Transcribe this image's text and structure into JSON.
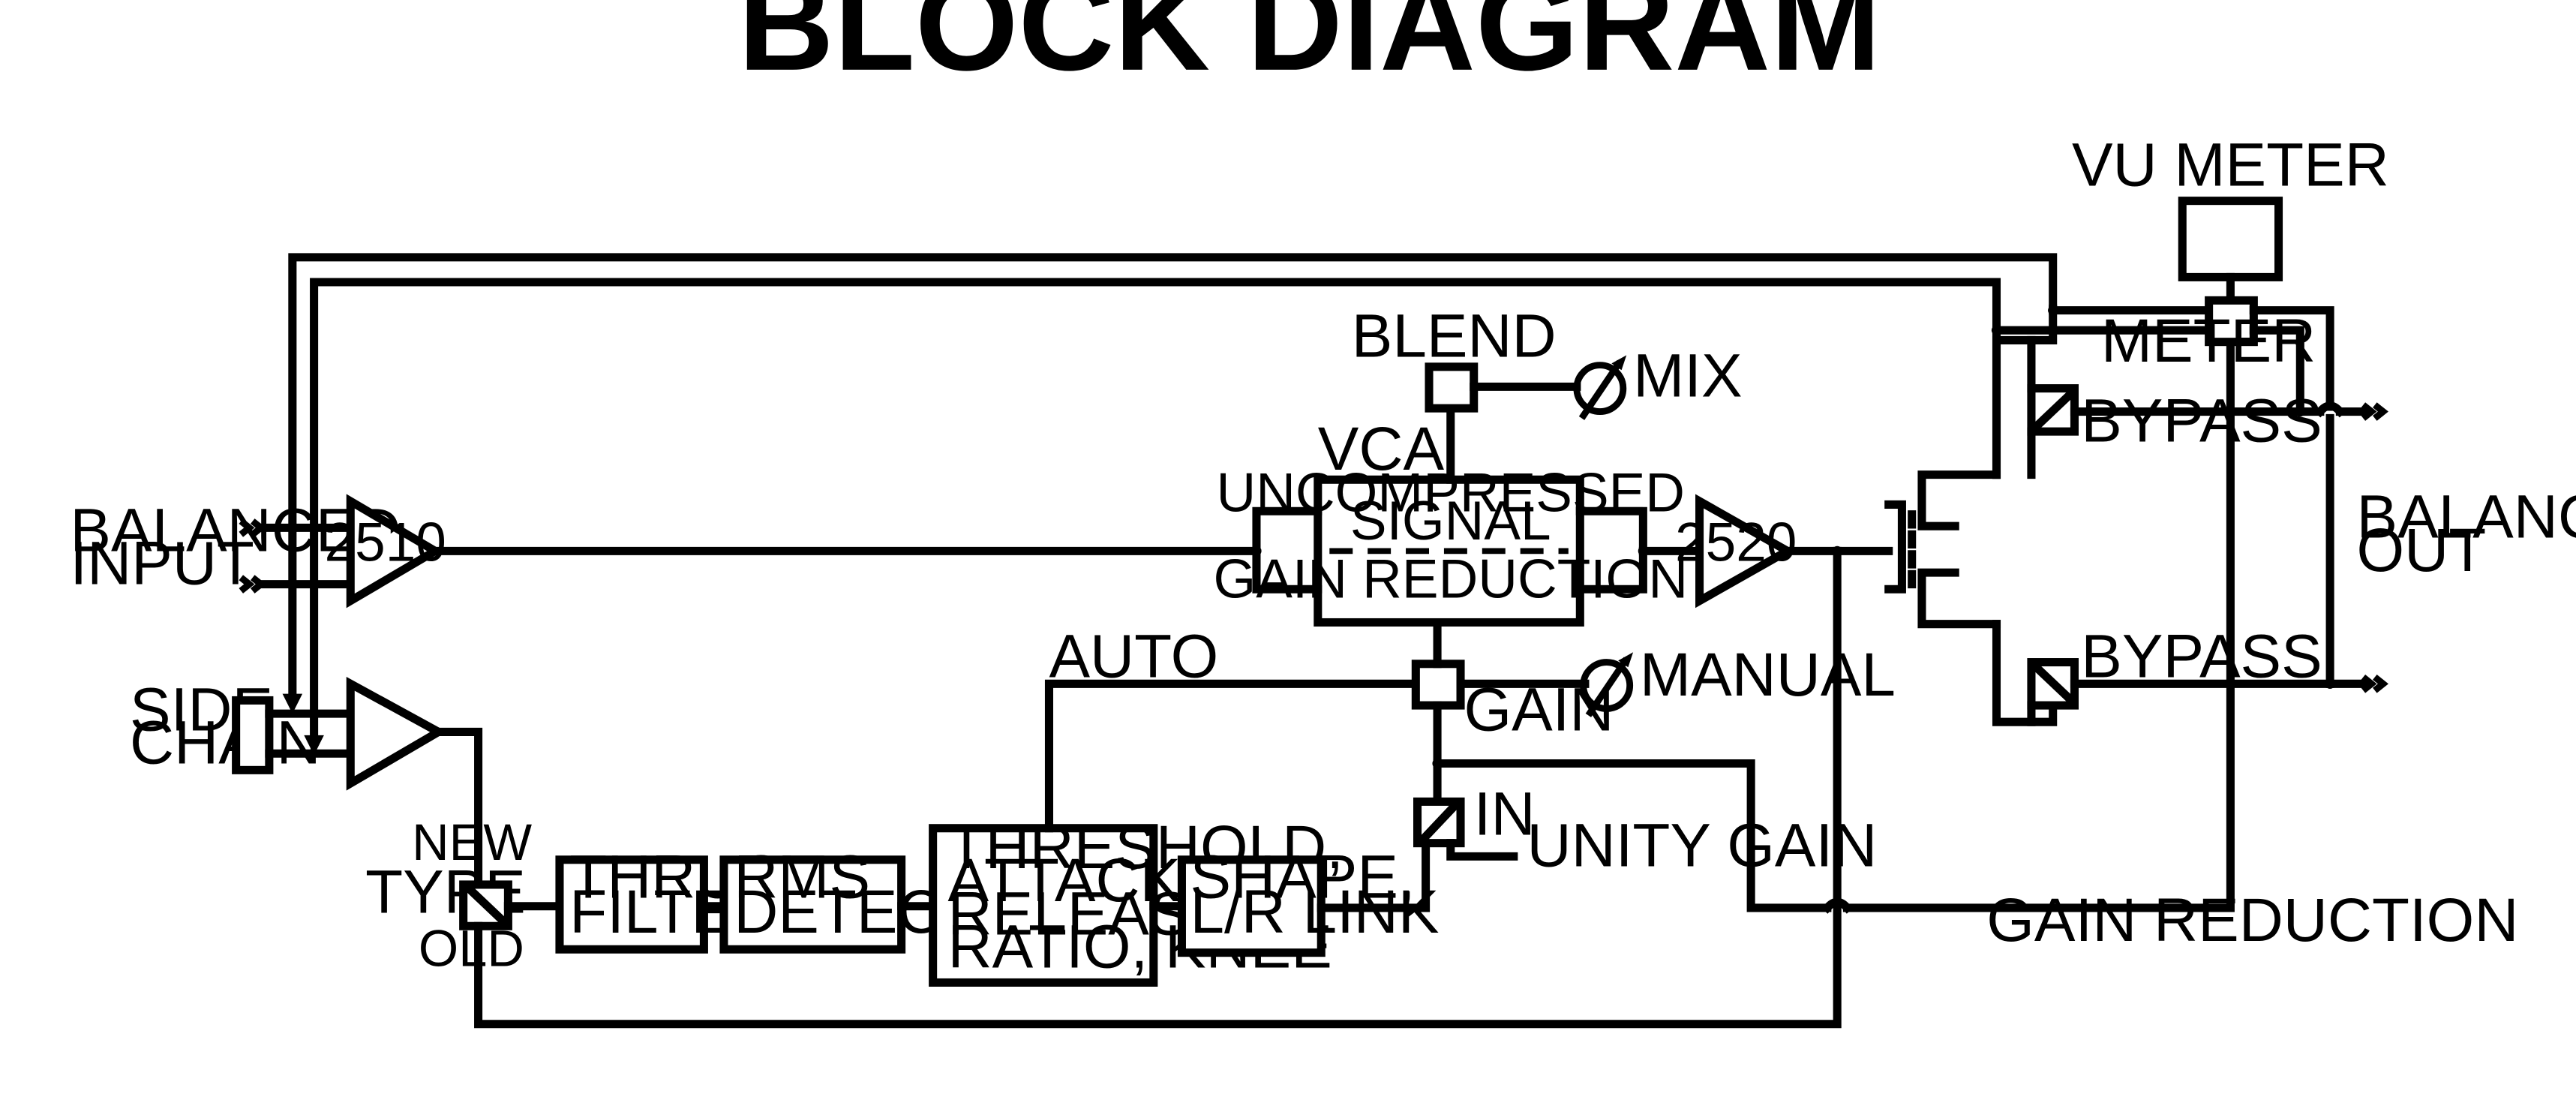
{
  "title": "BLOCK DIAGRAM",
  "inputs": {
    "balanced_input": [
      "BALANCED",
      "INPUT"
    ],
    "side_chain": [
      "SIDE",
      "CHAIN"
    ]
  },
  "amplifiers": {
    "input_amp": "2510",
    "output_amp": "2520"
  },
  "vca": {
    "label": "VCA",
    "uncompressed": [
      "UNCOMPRESSED",
      "SIGNAL"
    ],
    "gain_reduction": "GAIN REDUCTION"
  },
  "blend": {
    "label": "BLEND",
    "mix": "MIX"
  },
  "gain": {
    "auto": "AUTO",
    "gain": "GAIN",
    "manual": "MANUAL",
    "in": "IN",
    "unity_gain": "UNITY GAIN"
  },
  "sidechain_chain": {
    "type": "TYPE",
    "new": "NEW",
    "old": "OLD",
    "thrust_filter": [
      "THRUST",
      "FILTER"
    ],
    "rms_detector": [
      "RMS",
      "DETECTOR"
    ],
    "threshold": [
      "THRESHOLD,",
      "ATTACK,",
      "RELEASE,",
      "RATIO, KNEE"
    ],
    "shape": [
      "SHAPE,",
      "L/R LINK"
    ]
  },
  "output": {
    "vu_meter": "VU METER",
    "meter": "METER",
    "bypass_top": "BYPASS",
    "bypass_bottom": "BYPASS",
    "balanced_out": [
      "BALANCED",
      "OUT"
    ],
    "gain_reduction": "GAIN REDUCTION"
  }
}
